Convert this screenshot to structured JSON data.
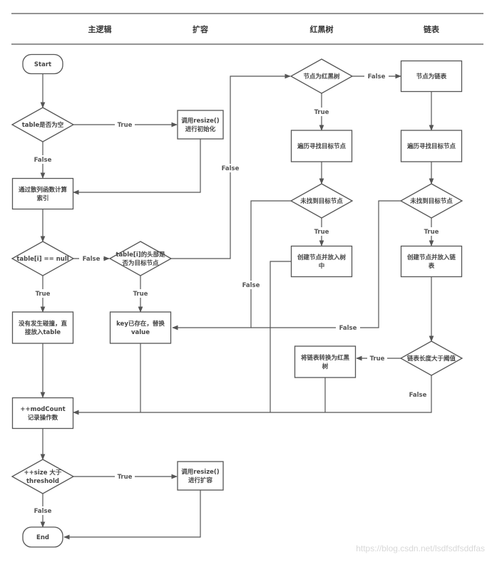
{
  "lanes": [
    {
      "id": "main",
      "label": "主逻辑"
    },
    {
      "id": "resize",
      "label": "扩容"
    },
    {
      "id": "rbtree",
      "label": "红黑树"
    },
    {
      "id": "list",
      "label": "链表"
    }
  ],
  "nodes": {
    "start": {
      "label": [
        "Start"
      ],
      "type": "terminal"
    },
    "table_empty": {
      "label": [
        "table是否为空"
      ],
      "type": "decision"
    },
    "resize_init": {
      "label": [
        "调用resize()",
        "进行初始化"
      ],
      "type": "process"
    },
    "hash_index": {
      "label": [
        "通过散列函数计算",
        "索引"
      ],
      "type": "process"
    },
    "slot_null": {
      "label": [
        "table[i] == null"
      ],
      "type": "decision"
    },
    "head_match": {
      "label": [
        "table[i]的头部是",
        "否为目标节点"
      ],
      "type": "decision"
    },
    "insert_direct": {
      "label": [
        "没有发生碰撞，直",
        "接放入table"
      ],
      "type": "process"
    },
    "replace_value": {
      "label": [
        "key已存在，替换",
        "value"
      ],
      "type": "process"
    },
    "mod_count": {
      "label": [
        "++modCount",
        "记录操作数"
      ],
      "type": "process"
    },
    "size_check": {
      "label": [
        "++size 大于",
        "threshold"
      ],
      "type": "decision"
    },
    "resize_expand": {
      "label": [
        "调用resize()",
        "进行扩容"
      ],
      "type": "process"
    },
    "end": {
      "label": [
        "End"
      ],
      "type": "terminal"
    },
    "is_tree": {
      "label": [
        "节点为红黑树"
      ],
      "type": "decision"
    },
    "tree_traverse": {
      "label": [
        "遍历寻找目标节点"
      ],
      "type": "process"
    },
    "tree_not_found": {
      "label": [
        "未找到目标节点"
      ],
      "type": "decision"
    },
    "tree_insert": {
      "label": [
        "创建节点并放入树",
        "中"
      ],
      "type": "process"
    },
    "is_list": {
      "label": [
        "节点为链表"
      ],
      "type": "process"
    },
    "list_traverse": {
      "label": [
        "遍历寻找目标节点"
      ],
      "type": "process"
    },
    "list_not_found": {
      "label": [
        "未找到目标节点"
      ],
      "type": "decision"
    },
    "list_insert": {
      "label": [
        "创建节点并放入链",
        "表"
      ],
      "type": "process"
    },
    "list_threshold": {
      "label": [
        "链表长度大于阈值"
      ],
      "type": "decision"
    },
    "treeify": {
      "label": [
        "将链表转换为红黑",
        "树"
      ],
      "type": "process"
    }
  },
  "edges": [
    {
      "from": "start",
      "to": "table_empty",
      "label": ""
    },
    {
      "from": "table_empty",
      "to": "resize_init",
      "label": "True"
    },
    {
      "from": "table_empty",
      "to": "hash_index",
      "label": "False"
    },
    {
      "from": "resize_init",
      "to": "hash_index",
      "label": ""
    },
    {
      "from": "hash_index",
      "to": "slot_null",
      "label": ""
    },
    {
      "from": "slot_null",
      "to": "head_match",
      "label": "False"
    },
    {
      "from": "slot_null",
      "to": "insert_direct",
      "label": "True"
    },
    {
      "from": "head_match",
      "to": "replace_value",
      "label": "True"
    },
    {
      "from": "head_match",
      "to": "is_tree",
      "label": "False"
    },
    {
      "from": "is_tree",
      "to": "tree_traverse",
      "label": "True"
    },
    {
      "from": "is_tree",
      "to": "is_list",
      "label": "False"
    },
    {
      "from": "tree_traverse",
      "to": "tree_not_found",
      "label": ""
    },
    {
      "from": "tree_not_found",
      "to": "tree_insert",
      "label": "True"
    },
    {
      "from": "tree_not_found",
      "to": "replace_value",
      "label": "False"
    },
    {
      "from": "is_list",
      "to": "list_traverse",
      "label": ""
    },
    {
      "from": "list_traverse",
      "to": "list_not_found",
      "label": ""
    },
    {
      "from": "list_not_found",
      "to": "list_insert",
      "label": "True"
    },
    {
      "from": "list_not_found",
      "to": "replace_value",
      "label": "False"
    },
    {
      "from": "list_insert",
      "to": "list_threshold",
      "label": ""
    },
    {
      "from": "list_threshold",
      "to": "treeify",
      "label": "True"
    },
    {
      "from": "list_threshold",
      "to": "mod_count",
      "label": "False"
    },
    {
      "from": "treeify",
      "to": "mod_count",
      "label": ""
    },
    {
      "from": "tree_insert",
      "to": "mod_count",
      "label": ""
    },
    {
      "from": "replace_value",
      "to": "mod_count",
      "label": ""
    },
    {
      "from": "insert_direct",
      "to": "mod_count",
      "label": ""
    },
    {
      "from": "mod_count",
      "to": "size_check",
      "label": ""
    },
    {
      "from": "size_check",
      "to": "resize_expand",
      "label": "True"
    },
    {
      "from": "size_check",
      "to": "end",
      "label": "False"
    },
    {
      "from": "resize_expand",
      "to": "end",
      "label": ""
    }
  ],
  "watermark": "https://blog.csdn.net/lsdfsdfsddfas"
}
